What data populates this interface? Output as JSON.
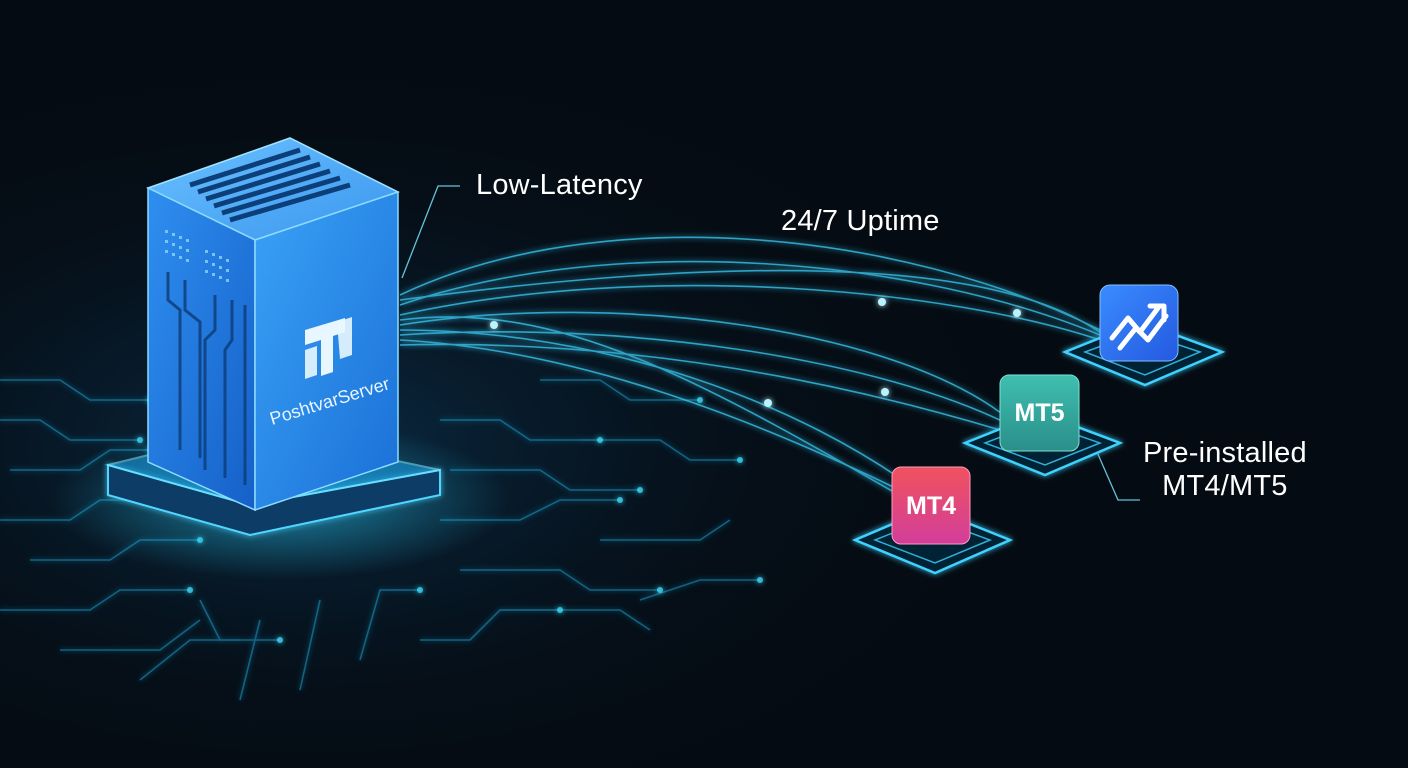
{
  "server": {
    "brand": "PoshtvarServer",
    "logo_icon": "poshtvar-logo-icon"
  },
  "callouts": {
    "low_latency": "Low-Latency",
    "uptime": "24/7 Uptime",
    "preinstalled_line1": "Pre-installed",
    "preinstalled_line2": "MT4/MT5"
  },
  "platforms": {
    "mt4": {
      "label": "MT4",
      "color_top": "#f0525e",
      "color_bottom": "#d23e9a"
    },
    "mt5": {
      "label": "MT5",
      "color_top": "#3fbfb0",
      "color_bottom": "#2a8f8a"
    },
    "chart_app": {
      "icon": "trend-chart-icon",
      "color_top": "#3a8cff",
      "color_bottom": "#2459e0"
    }
  },
  "colors": {
    "background": "#050b12",
    "accent": "#28c8ff",
    "server_blue": "#1e7be0"
  }
}
